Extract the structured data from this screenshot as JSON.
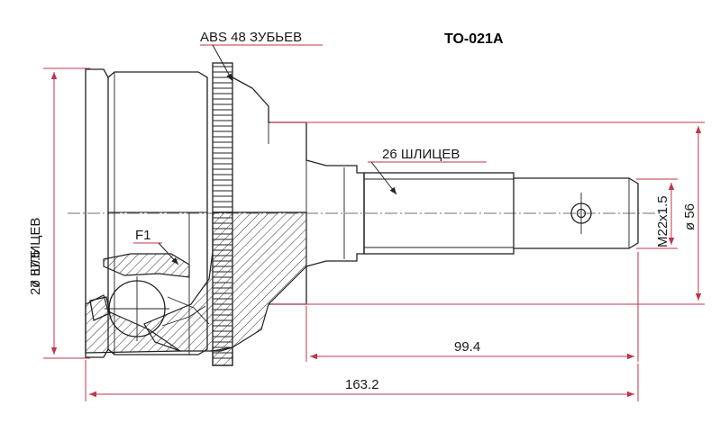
{
  "part_number": "TO-021A",
  "labels": {
    "abs_teeth": "ABS 48 ЗУБЬЕВ",
    "outer_splines": "26 ШЛИЦЕВ",
    "inner_splines": "27 ШЛИЦЕВ",
    "ball_label": "F1"
  },
  "dimensions": {
    "inner_diameter": "ø 87.5",
    "thread": "M22x1.5",
    "shaft_diameter": "ø 56",
    "shaft_length": "99.4",
    "total_length": "163.2"
  },
  "colors": {
    "dimension_line": "#c0364a",
    "outline": "#222222"
  }
}
